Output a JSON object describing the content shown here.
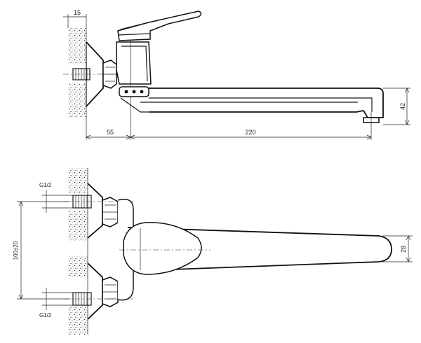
{
  "dimensions": {
    "wall_thickness": "15",
    "spout_height": "42",
    "body_offset": "55",
    "spout_length": "220",
    "thread_top": "G1/2",
    "thread_bottom": "G1/2",
    "center_distance": "100±20",
    "spout_width": "28"
  }
}
